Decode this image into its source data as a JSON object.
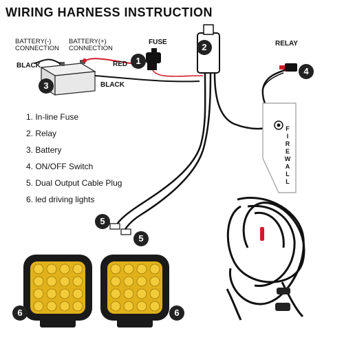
{
  "diagram": {
    "title": "WIRING HARNESS INSTRUCTION",
    "labels": {
      "battery_neg": "BATTERY(-)\nCONNECTION",
      "battery_pos": "BATTERY(+)\nCONNECTION",
      "fuse": "FUSE",
      "relay": "RELAY",
      "black_left": "BLACK",
      "black_mid": "BLACK",
      "red": "RED",
      "firewall": "FIREWALL"
    },
    "legend": [
      "1. In-line Fuse",
      "2. Relay",
      "3. Battery",
      "4. ON/OFF Switch",
      "5. Dual Output Cable Plug",
      "6. led driving lights"
    ],
    "badges": {
      "fuse": "1",
      "relay": "2",
      "battery": "3",
      "switch": "4",
      "plug_a": "5",
      "plug_b": "5",
      "light_left": "6",
      "light_right": "6"
    },
    "colors": {
      "wire_black": "#111111",
      "wire_red": "#d21b2a",
      "lens_yellow": "#e0b11a",
      "light_body": "#1a1a1a",
      "badge": "#222222"
    }
  }
}
